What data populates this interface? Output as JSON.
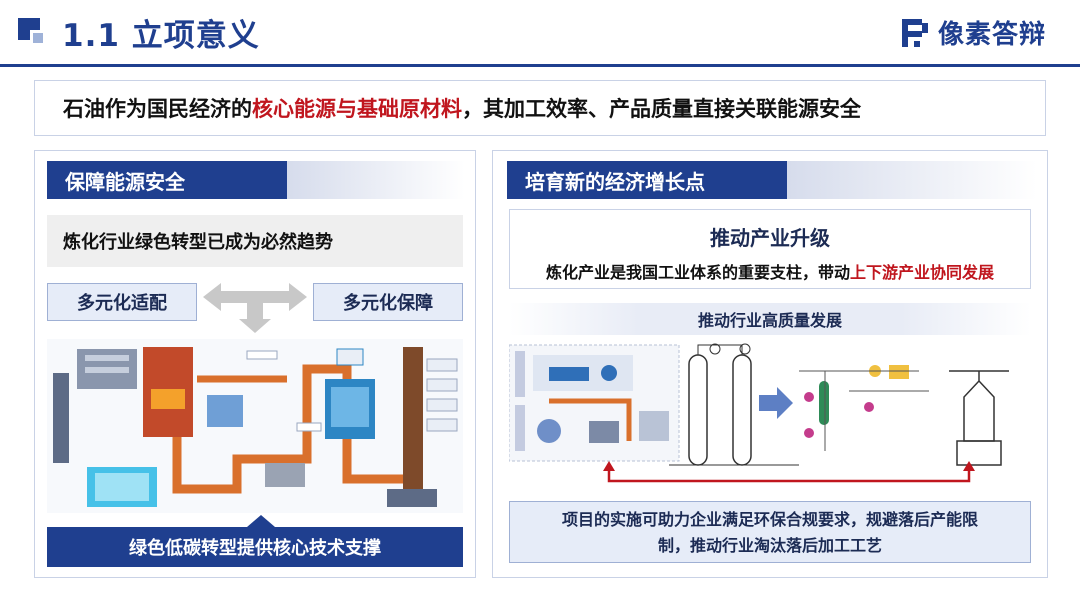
{
  "header": {
    "title": "1.1  立项意义",
    "logo_text": "像素答辩"
  },
  "intro": {
    "prefix": "石油作为国民经济的",
    "highlight": "核心能源与基础原材料",
    "suffix": "，其加工效率、产品质量直接关联能源安全"
  },
  "left": {
    "title": "保障能源安全",
    "trend": "炼化行业绿色转型已成为必然趋势",
    "adapt_left": "多元化适配",
    "adapt_right": "多元化保障",
    "support": "绿色低碳转型提供核心技术支撑"
  },
  "right": {
    "title": "培育新的经济增长点",
    "upgrade_title": "推动产业升级",
    "upgrade_prefix": "炼化产业是我国工业体系的重要支柱，带动",
    "upgrade_highlight": "上下游产业协同发展",
    "hq": "推动行业高质量发展",
    "compliance_line1": "项目的实施可助力企业满足环保合规要求，规避落后产能限",
    "compliance_line2": "制，推动行业淘汰落后加工工艺"
  },
  "colors": {
    "primary": "#1f3f8f",
    "accent_red": "#c0161e",
    "light_blue": "#e6ecf8",
    "orange_pipe": "#d9702c"
  },
  "icons": {
    "header_mark": "square-mark-icon",
    "logo": "pixel-logo-icon",
    "arrow": "split-arrow-icon"
  }
}
